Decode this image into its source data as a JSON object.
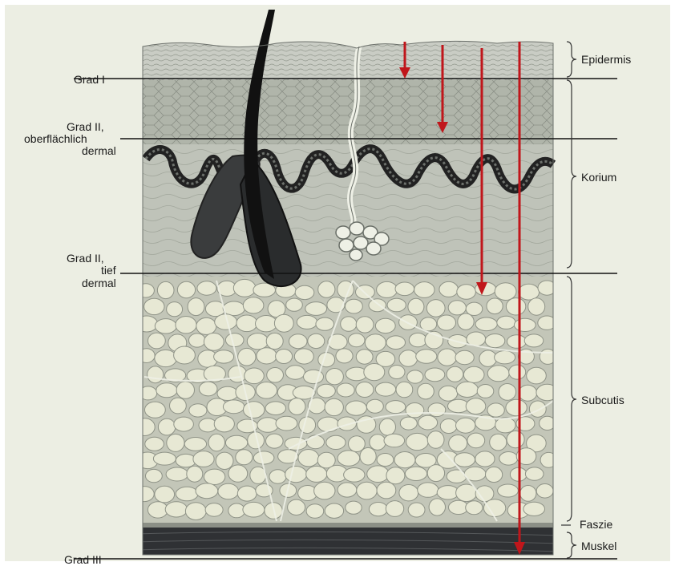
{
  "left_labels": {
    "grad1": "Grad I",
    "grad2_superficial": [
      "Grad II,",
      "oberflächlich",
      "dermal"
    ],
    "grad2_deep": [
      "Grad II,",
      "tief",
      "dermal"
    ],
    "grad3": "Grad III"
  },
  "right_labels": {
    "epidermis": "Epidermis",
    "korium": "Korium",
    "subcutis": "Subcutis",
    "faszie": "Faszie",
    "muskel": "Muskel"
  },
  "colors": {
    "arrow": "#c0161b",
    "background": "#eceee3",
    "fat": "#e7e8d4",
    "hair": "#111111",
    "muscle": "#2f3134"
  }
}
